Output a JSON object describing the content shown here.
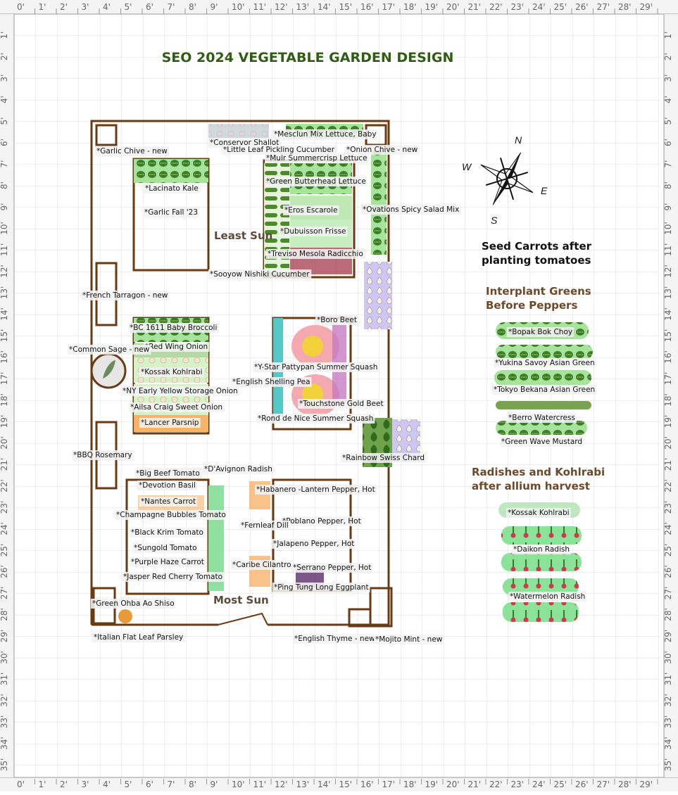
{
  "title": "SEO 2024 VEGETABLE GARDEN DESIGN",
  "ruler": {
    "ticks": [
      "0'",
      "1'",
      "2'",
      "3'",
      "4'",
      "5'",
      "6'",
      "7'",
      "8'",
      "9'",
      "10'",
      "11'",
      "12'",
      "13'",
      "14'",
      "15'",
      "16'",
      "17'",
      "18'",
      "19'",
      "20'",
      "21'",
      "22'",
      "23'",
      "24'",
      "25'",
      "26'",
      "27'",
      "28'",
      "29'"
    ],
    "side_ticks": [
      "1'",
      "2'",
      "3'",
      "4'",
      "5'",
      "6'",
      "7'",
      "8'",
      "9'",
      "10'",
      "11'",
      "12'",
      "13'",
      "14'",
      "15'",
      "16'",
      "17'",
      "18'",
      "19'",
      "20'",
      "21'",
      "22'",
      "23'",
      "24'",
      "25'",
      "26'",
      "27'",
      "28'",
      "29'",
      "30'",
      "31'",
      "32'",
      "33'",
      "34'",
      "35'"
    ]
  },
  "zones": {
    "least_sun": "Least Sun",
    "most_sun": "Most Sun"
  },
  "compass": {
    "n": "N",
    "e": "E",
    "s": "S",
    "w": "W"
  },
  "notes": {
    "seed_carrots_1": "Seed Carrots after",
    "seed_carrots_2": "planting tomatoes",
    "interplant_1": "Interplant Greens",
    "interplant_2": "Before Peppers",
    "radishes_1": "Radishes and Kohlrabi",
    "radishes_2": "after allium harvest"
  },
  "plant_labels": [
    "*Garlic Chive - new",
    "*Conservor Shallot",
    "*Little Leaf Pickling Cucumber",
    "*Mesclun Mix Lettuce, Baby",
    "*Onion Chive - new",
    "*Muir Summercrisp Lettuce",
    "*Green Butterhead Lettuce",
    "*Lacinato Kale",
    "*Garlic Fall '23",
    "*Eros Escarole",
    "*Ovations Spicy Salad Mix",
    "*Dubuisson Frisse",
    "*Treviso Mesola Radicchio",
    "*Sooyow Nishiki Cucumber",
    "*French Tarragon - new",
    "*Boro Beet",
    "*BC 1611 Baby Broccoli",
    "*Red Wing Onion",
    "*Common Sage - new",
    "*Kossak Kohlrabi",
    "*Y-Star Pattypan Summer Squash",
    "*English Shelling Pea",
    "*NY Early Yellow Storage Onion",
    "*Touchstone Gold Beet",
    "*Ailsa Craig Sweet Onion",
    "*Rond de Nice Summer Squash",
    "*Lancer Parsnip",
    "*BBQ Rosemary",
    "*Rainbow Swiss Chard",
    "*Big Beef Tomato",
    "*D'Avignon Radish",
    "*Devotion Basil",
    "*Habanero -Lantern Pepper, Hot",
    "*Nantes Carrot",
    "*Champagne Bubbles Tomato",
    "*Poblano Pepper, Hot",
    "*Fernleaf Dill",
    "*Black Krim Tomato",
    "*Jalapeno Pepper, Hot",
    "*Sungold Tomato",
    "*Purple Haze Carrot",
    "*Caribe Cilantro",
    "*Serrano Pepper, Hot",
    "*Jasper Red Cherry Tomato",
    "*Ping Tung Long Eggplant",
    "*Green Ohba Ao Shiso",
    "*Italian Flat Leaf Parsley",
    "*English Thyme - new",
    "*Mojito Mint - new",
    "*Bopak Bok Choy",
    "*Yukina Savoy Asian Green",
    "*Tokyo Bekana Asian Green",
    "*Berro Watercress",
    "*Green Wave Mustard",
    "*Kossak Kohlrabi",
    "*Daikon Radish",
    "*Watermelon Radish"
  ],
  "colors": {
    "wall": "#6a3a12",
    "title": "#2f5d12",
    "grid": "#d9d9d9",
    "leafy_green": "#4f8a2c",
    "highlight_green": "#7fe08a",
    "highlight_yellow": "#f5ee5a",
    "highlight_pink": "#f4a9b0",
    "highlight_purple": "#b9b3f0",
    "highlight_orange": "#f6b36a"
  }
}
